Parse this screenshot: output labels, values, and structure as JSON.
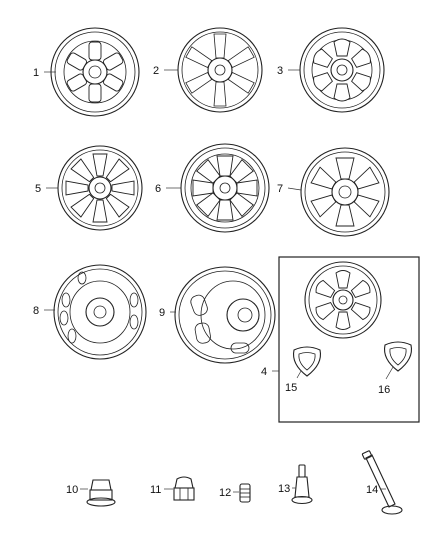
{
  "diagram": {
    "callouts": [
      "1",
      "2",
      "3",
      "4",
      "5",
      "6",
      "7",
      "8",
      "9",
      "10",
      "11",
      "12",
      "13",
      "14",
      "15",
      "16"
    ]
  },
  "colors": {
    "line": "#222222",
    "background": "#ffffff",
    "text": "#111111"
  }
}
